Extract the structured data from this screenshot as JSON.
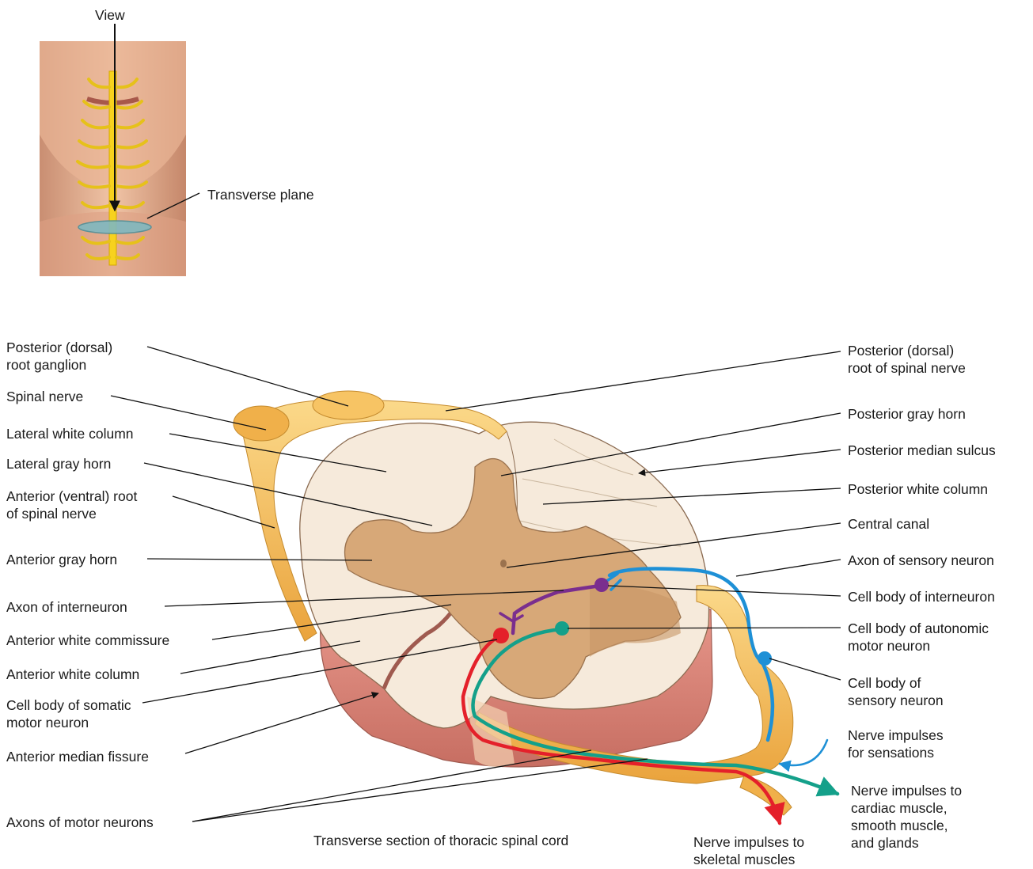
{
  "inset": {
    "view_label": "View",
    "plane_label": "Transverse plane"
  },
  "caption": "Transverse section of thoracic spinal cord",
  "labels": {
    "left": {
      "posterior_root_ganglion": [
        "Posterior (dorsal)",
        "root ganglion"
      ],
      "spinal_nerve": "Spinal nerve",
      "lateral_white_column": "Lateral white column",
      "lateral_gray_horn": "Lateral gray horn",
      "anterior_root": [
        "Anterior (ventral) root",
        "of spinal nerve"
      ],
      "anterior_gray_horn": "Anterior gray horn",
      "axon_interneuron": "Axon of interneuron",
      "anterior_white_commissure": "Anterior white commissure",
      "anterior_white_column": "Anterior white column",
      "somatic_motor_neuron": [
        "Cell body of somatic",
        "motor neuron"
      ],
      "anterior_median_fissure": "Anterior median fissure",
      "axons_motor_neurons": "Axons of motor neurons"
    },
    "right": {
      "posterior_root": [
        "Posterior (dorsal)",
        "root of spinal nerve"
      ],
      "posterior_gray_horn": "Posterior gray horn",
      "posterior_median_sulcus": "Posterior median sulcus",
      "posterior_white_column": "Posterior white column",
      "central_canal": "Central canal",
      "axon_sensory_neuron": "Axon of sensory neuron",
      "cell_body_interneuron": "Cell body of interneuron",
      "autonomic_motor_neuron": [
        "Cell body of autonomic",
        "motor neuron"
      ],
      "sensory_neuron_body": [
        "Cell body of",
        "sensory neuron"
      ],
      "impulses_sensations": [
        "Nerve impulses",
        "for sensations"
      ],
      "impulses_cardiac": [
        "Nerve impulses to",
        "cardiac muscle,",
        "smooth muscle,",
        "and glands"
      ],
      "impulses_skeletal": [
        "Nerve impulses to",
        "skeletal muscles"
      ]
    }
  },
  "colors": {
    "sensory": "#1e90d6",
    "interneuron": "#7a2e8e",
    "autonomic": "#14a08a",
    "somatic": "#e4202a",
    "nerve": "#f2b84b",
    "gray_matter": "#d7a878",
    "white_matter": "#f6eadb",
    "meninges": "#d98a7c",
    "skin": "#e9b89a"
  }
}
